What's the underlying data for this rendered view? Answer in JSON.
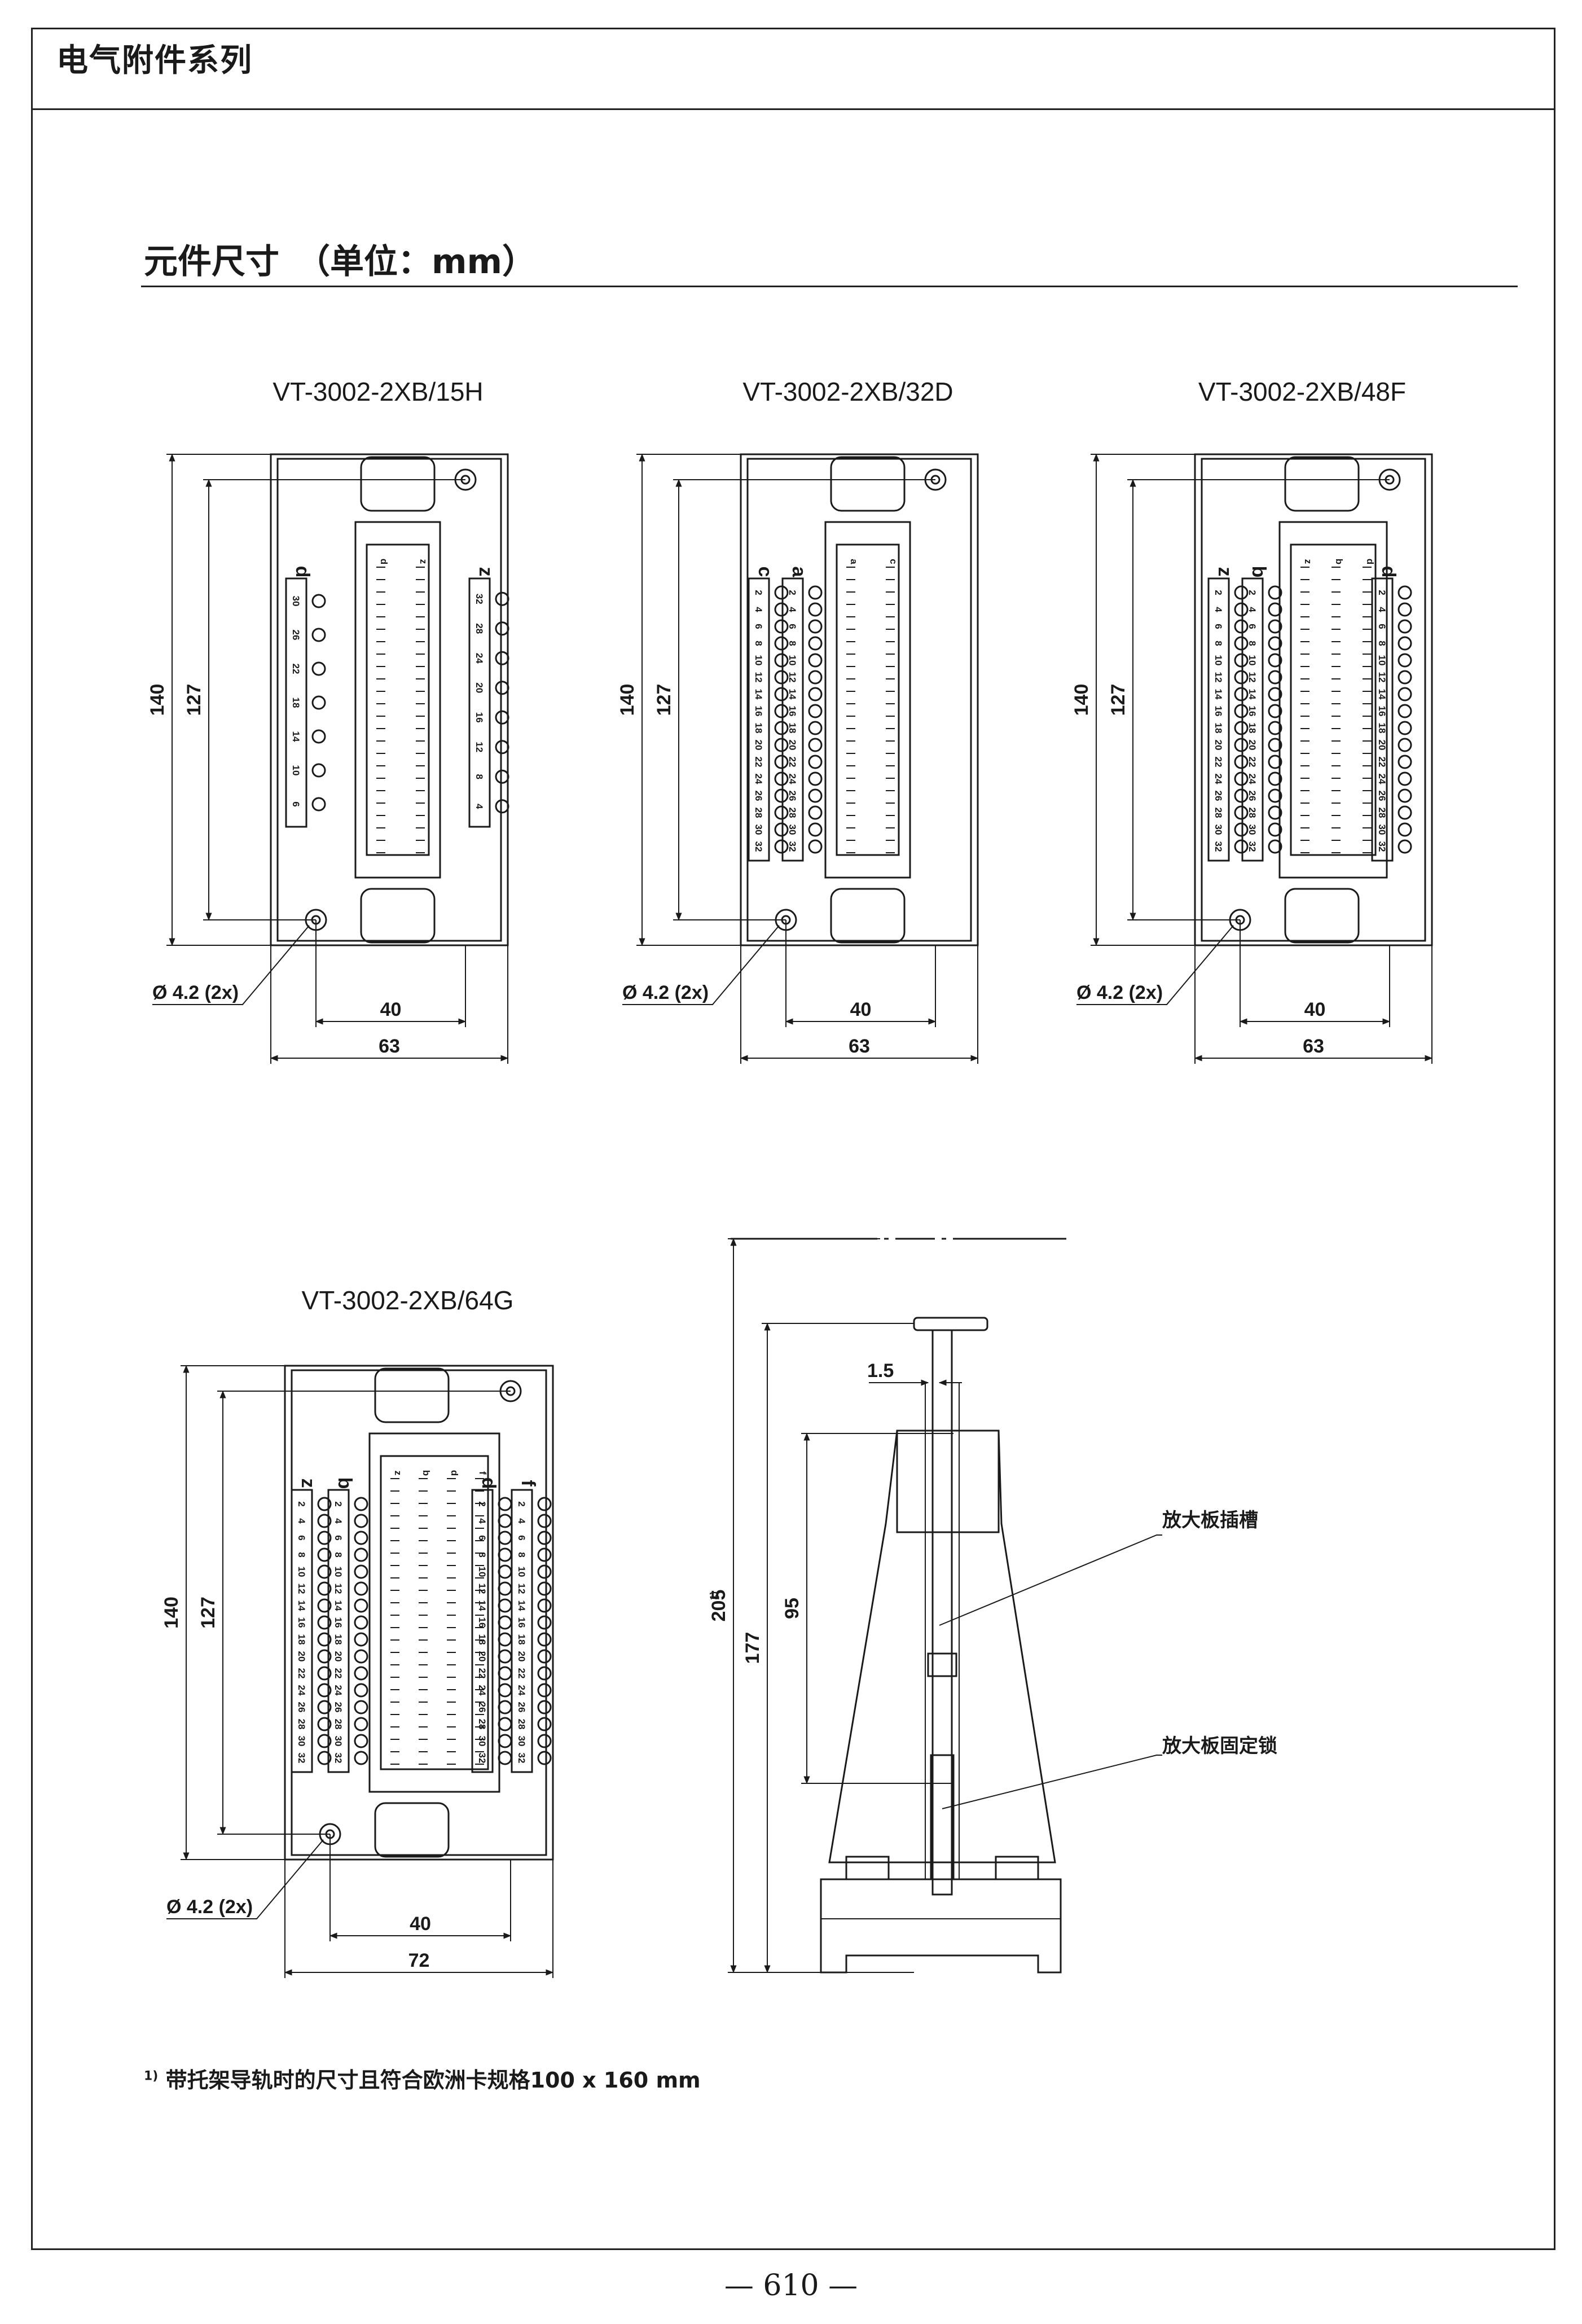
{
  "header": {
    "title": "电气附件系列"
  },
  "section": {
    "title": "元件尺寸　（单位：mm）"
  },
  "drawings": [
    {
      "model": "VT-3002-2XB/15H",
      "height_outer": "140",
      "height_inner": "127",
      "hole": "Ø 4.2 (2x)",
      "width_inner": "40",
      "width_outer": "63",
      "rows": [
        {
          "letter": "d",
          "numbers": [
            "30",
            "26",
            "22",
            "18",
            "14",
            "10",
            "6"
          ]
        },
        {
          "letter": "z",
          "numbers": [
            "32",
            "28",
            "24",
            "20",
            "16",
            "12",
            "8",
            "4"
          ]
        }
      ],
      "connector_letters": [
        "d",
        "z"
      ]
    },
    {
      "model": "VT-3002-2XB/32D",
      "height_outer": "140",
      "height_inner": "127",
      "hole": "Ø 4.2 (2x)",
      "width_inner": "40",
      "width_outer": "63",
      "rows": [
        {
          "letter": "c",
          "numbers": [
            "2",
            "4",
            "6",
            "8",
            "10",
            "12",
            "14",
            "16",
            "18",
            "20",
            "22",
            "24",
            "26",
            "28",
            "30",
            "32"
          ]
        },
        {
          "letter": "a",
          "numbers": [
            "2",
            "4",
            "6",
            "8",
            "10",
            "12",
            "14",
            "16",
            "18",
            "20",
            "22",
            "24",
            "26",
            "28",
            "30",
            "32"
          ]
        }
      ],
      "connector_letters": [
        "a",
        "c"
      ]
    },
    {
      "model": "VT-3002-2XB/48F",
      "height_outer": "140",
      "height_inner": "127",
      "hole": "Ø 4.2 (2x)",
      "width_inner": "40",
      "width_outer": "63",
      "rows": [
        {
          "letter": "z",
          "numbers": [
            "2",
            "4",
            "6",
            "8",
            "10",
            "12",
            "14",
            "16",
            "18",
            "20",
            "22",
            "24",
            "26",
            "28",
            "30",
            "32"
          ]
        },
        {
          "letter": "b",
          "numbers": [
            "2",
            "4",
            "6",
            "8",
            "10",
            "12",
            "14",
            "16",
            "18",
            "20",
            "22",
            "24",
            "26",
            "28",
            "30",
            "32"
          ]
        },
        {
          "letter": "d",
          "numbers": [
            "2",
            "4",
            "6",
            "8",
            "10",
            "12",
            "14",
            "16",
            "18",
            "20",
            "22",
            "24",
            "26",
            "28",
            "30",
            "32"
          ]
        }
      ],
      "connector_letters": [
        "z",
        "b",
        "d"
      ]
    },
    {
      "model": "VT-3002-2XB/64G",
      "height_outer": "140",
      "height_inner": "127",
      "hole": "Ø 4.2 (2x)",
      "width_inner": "40",
      "width_outer": "72",
      "rows": [
        {
          "letter": "z",
          "numbers": [
            "2",
            "4",
            "6",
            "8",
            "10",
            "12",
            "14",
            "16",
            "18",
            "20",
            "22",
            "24",
            "26",
            "28",
            "30",
            "32"
          ]
        },
        {
          "letter": "b",
          "numbers": [
            "2",
            "4",
            "6",
            "8",
            "10",
            "12",
            "14",
            "16",
            "18",
            "20",
            "22",
            "24",
            "26",
            "28",
            "30",
            "32"
          ]
        },
        {
          "letter": "d",
          "numbers": [
            "2",
            "4",
            "6",
            "8",
            "10",
            "12",
            "14",
            "16",
            "18",
            "20",
            "22",
            "24",
            "26",
            "28",
            "30",
            "32"
          ]
        },
        {
          "letter": "f",
          "numbers": [
            "2",
            "4",
            "6",
            "8",
            "10",
            "12",
            "14",
            "16",
            "18",
            "20",
            "22",
            "24",
            "26",
            "28",
            "30",
            "32"
          ]
        }
      ],
      "connector_letters": [
        "z",
        "b",
        "d",
        "f"
      ]
    }
  ],
  "side_view": {
    "dim_total": "205",
    "dim_total_note": "1)",
    "dim_177": "177",
    "dim_95": "95",
    "dim_slot": "1.5",
    "label_slot": "放大板插槽",
    "label_lock": "放大板固定锁"
  },
  "footnote": {
    "marker": "1)",
    "text": "带托架导轨时的尺寸且符合欧洲卡规格100 x 160 mm"
  },
  "page_number": "— 610 —"
}
